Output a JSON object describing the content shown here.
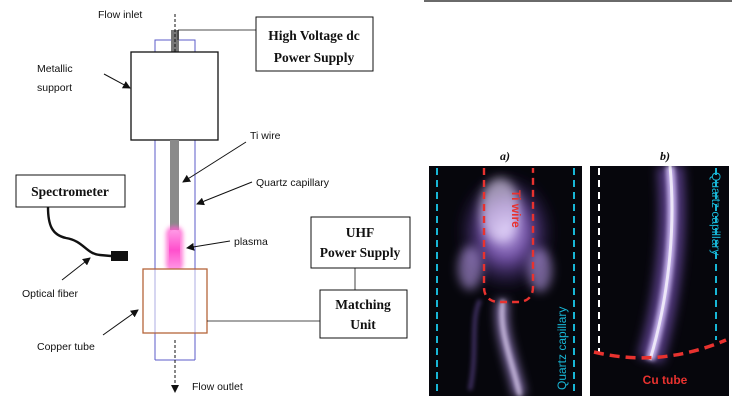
{
  "schematic": {
    "flow_inlet": "Flow inlet",
    "flow_outlet": "Flow outlet",
    "metallic_support": [
      "Metallic",
      "support"
    ],
    "hv_supply": [
      "High Voltage dc",
      "Power Supply"
    ],
    "ti_wire": "Ti wire",
    "quartz_capillary": "Quartz capillary",
    "spectrometer": "Spectrometer",
    "plasma": "plasma",
    "uhf_supply": [
      "UHF",
      "Power Supply"
    ],
    "optical_fiber": "Optical fiber",
    "matching_unit": [
      "Matching",
      "Unit"
    ],
    "copper_tube": "Copper tube"
  },
  "photos": {
    "panel_a": {
      "label": "a)",
      "ti_wire": "Ti wire",
      "quartz_capillary": "Quartz capillary"
    },
    "panel_b": {
      "label": "b)",
      "quartz_capillary": "Quartz capillary",
      "cu_tube": "Cu tube"
    }
  },
  "colors": {
    "plasma_pink": "#ff5fd0",
    "copper_outline": "#b5653a",
    "quartz_outline": "#5b5bc8",
    "annotation_red": "#e8322f",
    "annotation_cyan": "#18b6d6",
    "photo_bg": "#06060c"
  }
}
